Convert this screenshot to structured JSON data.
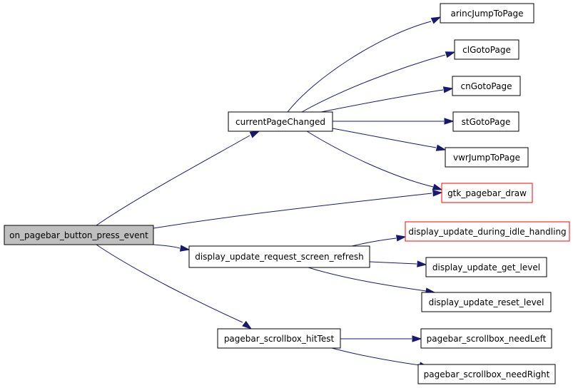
{
  "colors": {
    "edge": "#191970",
    "box_border_default": "#000000",
    "box_border_highlight": "#ff0000",
    "box_fill_default": "#ffffff",
    "box_fill_root": "#bfbfbf"
  },
  "nodes": {
    "root": {
      "label": "on_pagebar_button_press_event",
      "kind": "root"
    },
    "current_page_changed": {
      "label": "currentPageChanged",
      "kind": "normal"
    },
    "arinc_jump_to_page": {
      "label": "arincJumpToPage",
      "kind": "normal"
    },
    "cl_goto_page": {
      "label": "clGotoPage",
      "kind": "normal"
    },
    "cn_goto_page": {
      "label": "cnGotoPage",
      "kind": "normal"
    },
    "st_goto_page": {
      "label": "stGotoPage",
      "kind": "normal"
    },
    "vwr_jump_to_page": {
      "label": "vwrJumpToPage",
      "kind": "normal"
    },
    "gtk_pagebar_draw": {
      "label": "gtk_pagebar_draw",
      "kind": "highlight"
    },
    "display_update_request_screen_refresh": {
      "label": "display_update_request_screen_refresh",
      "kind": "normal"
    },
    "display_update_during_idle_handling": {
      "label": "display_update_during_idle_handling",
      "kind": "highlight"
    },
    "display_update_get_level": {
      "label": "display_update_get_level",
      "kind": "normal"
    },
    "display_update_reset_level": {
      "label": "display_update_reset_level",
      "kind": "normal"
    },
    "pagebar_scrollbox_hit_test": {
      "label": "pagebar_scrollbox_hitTest",
      "kind": "normal"
    },
    "pagebar_scrollbox_need_left": {
      "label": "pagebar_scrollbox_needLeft",
      "kind": "normal"
    },
    "pagebar_scrollbox_need_right": {
      "label": "pagebar_scrollbox_needRight",
      "kind": "normal"
    }
  },
  "edges": [
    {
      "from": "root",
      "to": "current_page_changed"
    },
    {
      "from": "root",
      "to": "gtk_pagebar_draw"
    },
    {
      "from": "root",
      "to": "display_update_request_screen_refresh"
    },
    {
      "from": "root",
      "to": "pagebar_scrollbox_hit_test"
    },
    {
      "from": "current_page_changed",
      "to": "arinc_jump_to_page"
    },
    {
      "from": "current_page_changed",
      "to": "cl_goto_page"
    },
    {
      "from": "current_page_changed",
      "to": "cn_goto_page"
    },
    {
      "from": "current_page_changed",
      "to": "st_goto_page"
    },
    {
      "from": "current_page_changed",
      "to": "vwr_jump_to_page"
    },
    {
      "from": "current_page_changed",
      "to": "gtk_pagebar_draw"
    },
    {
      "from": "display_update_request_screen_refresh",
      "to": "display_update_during_idle_handling"
    },
    {
      "from": "display_update_request_screen_refresh",
      "to": "display_update_get_level"
    },
    {
      "from": "display_update_request_screen_refresh",
      "to": "display_update_reset_level"
    },
    {
      "from": "pagebar_scrollbox_hit_test",
      "to": "pagebar_scrollbox_need_left"
    },
    {
      "from": "pagebar_scrollbox_hit_test",
      "to": "pagebar_scrollbox_need_right"
    }
  ]
}
